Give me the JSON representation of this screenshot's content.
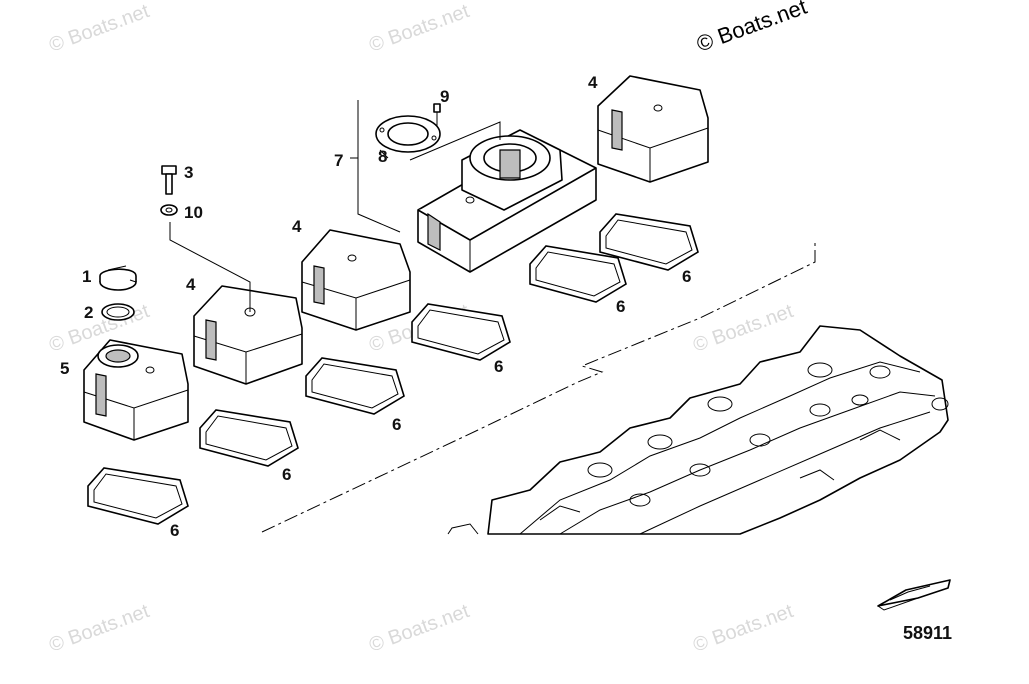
{
  "copyright": "© Boats.net",
  "watermark": "© Boats.net",
  "reference_number": "58911",
  "callouts": {
    "c1": "1",
    "c2": "2",
    "c3": "3",
    "c4a": "4",
    "c4b": "4",
    "c4c": "4",
    "c5": "5",
    "c6a": "6",
    "c6b": "6",
    "c6c": "6",
    "c6d": "6",
    "c6e": "6",
    "c6f": "6",
    "c7": "7",
    "c8": "8",
    "c9": "9",
    "c10": "10"
  },
  "parts": [
    {
      "number": "1",
      "name": "oil-filler-cap"
    },
    {
      "number": "2",
      "name": "o-ring"
    },
    {
      "number": "3",
      "name": "bolt"
    },
    {
      "number": "4",
      "name": "valve-cover"
    },
    {
      "number": "5",
      "name": "valve-cover-with-filler"
    },
    {
      "number": "6",
      "name": "valve-cover-gasket"
    },
    {
      "number": "7",
      "name": "valve-cover-with-breather"
    },
    {
      "number": "8",
      "name": "breather-gasket"
    },
    {
      "number": "9",
      "name": "screw"
    },
    {
      "number": "10",
      "name": "washer"
    }
  ],
  "colors": {
    "line": "#000000",
    "watermark": "#d9d9d9",
    "shading": "#bdbdbd"
  }
}
